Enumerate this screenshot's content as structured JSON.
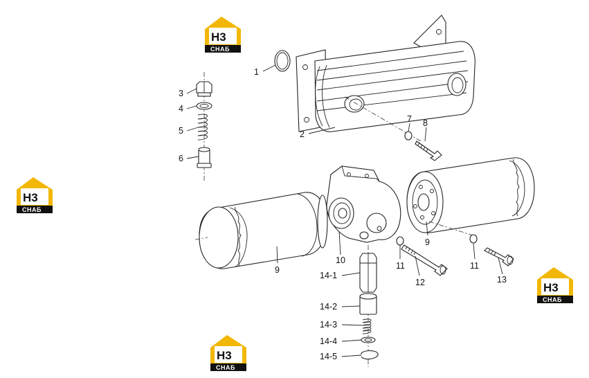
{
  "logos": [
    {
      "id": "logo-top",
      "mark": "H3",
      "wordmark": "СНАБ"
    },
    {
      "id": "logo-left",
      "mark": "H3",
      "wordmark": "СНАБ"
    },
    {
      "id": "logo-right",
      "mark": "H3",
      "wordmark": "СНАБ"
    },
    {
      "id": "logo-bottom",
      "mark": "H3",
      "wordmark": "СНАБ"
    }
  ],
  "callouts": [
    "1",
    "2",
    "3",
    "4",
    "5",
    "6",
    "7",
    "8",
    "9",
    "9",
    "10",
    "11",
    "11",
    "12",
    "13",
    "14-1",
    "14-2",
    "14-3",
    "14-4",
    "14-5"
  ],
  "colors": {
    "brand_yellow": "#f2b705",
    "brand_black": "#111111",
    "line": "#222222"
  }
}
